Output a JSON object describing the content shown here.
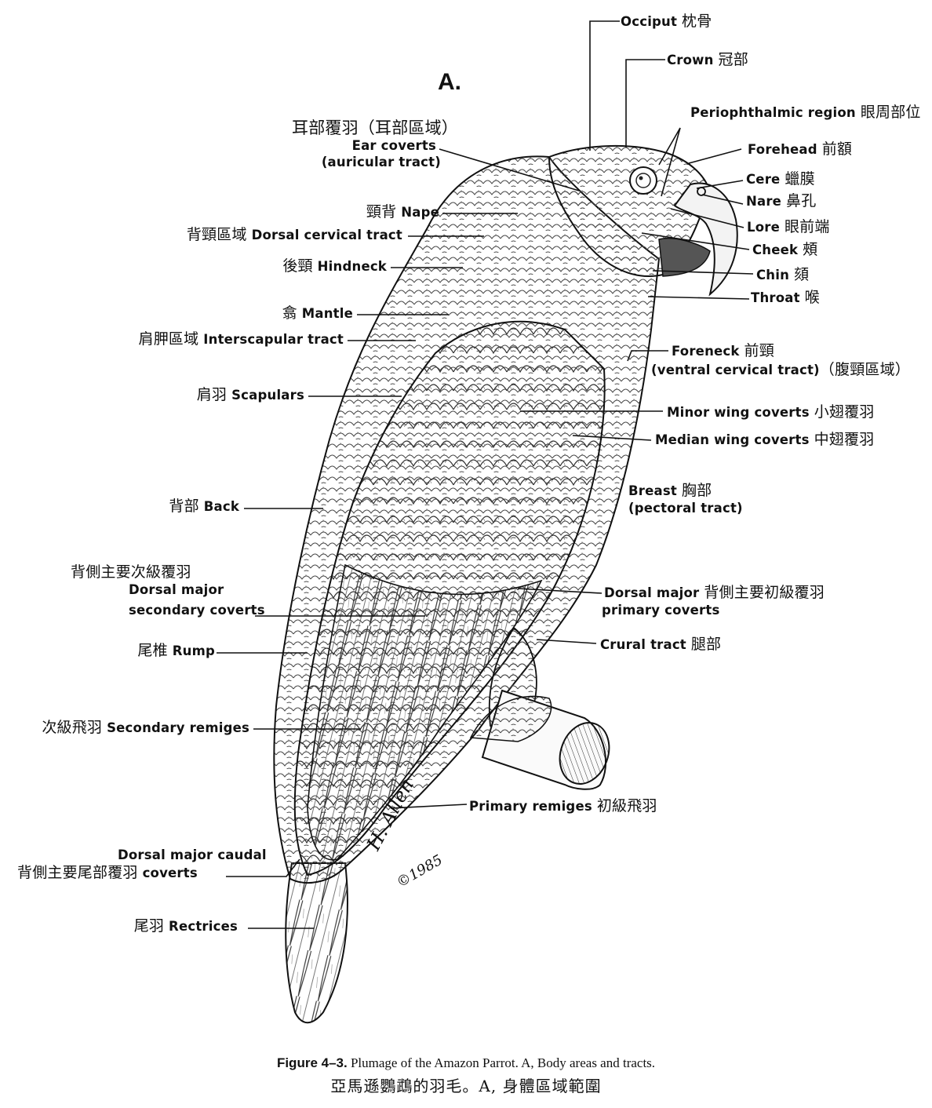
{
  "panel_label": "A.",
  "signature": {
    "name": "H. Allen",
    "year": "©1985"
  },
  "caption": {
    "figure_number": "Figure 4–3.",
    "figure_text": "Plumage of the Amazon Parrot. A, Body areas and tracts.",
    "chinese": "亞馬遜鸚鵡的羽毛。A, 身體區域範圍"
  },
  "labels": {
    "occiput": {
      "en": "Occiput",
      "zh": "枕骨"
    },
    "crown": {
      "en": "Crown",
      "zh": "冠部"
    },
    "periophthalmic": {
      "en": "Periophthalmic region",
      "zh": "眼周部位"
    },
    "forehead": {
      "en": "Forehead",
      "zh": "前額"
    },
    "cere": {
      "en": "Cere",
      "zh": "蠟膜"
    },
    "nare": {
      "en": "Nare",
      "zh": "鼻孔"
    },
    "lore": {
      "en": "Lore",
      "zh": "眼前端"
    },
    "cheek": {
      "en": "Cheek",
      "zh": "頰"
    },
    "chin": {
      "en": "Chin",
      "zh": "頦"
    },
    "throat": {
      "en": "Throat",
      "zh": "喉"
    },
    "foreneck": {
      "en": "Foreneck",
      "zh": "前頸",
      "en2": "(ventral cervical tract)",
      "zh2": "（腹頸區域）"
    },
    "minor_wing": {
      "en": "Minor wing coverts",
      "zh": "小翅覆羽"
    },
    "median_wing": {
      "en": "Median wing coverts",
      "zh": "中翅覆羽"
    },
    "breast": {
      "en": "Breast",
      "zh": "胸部",
      "en2": "(pectoral tract)"
    },
    "dorsal_primary": {
      "en": "Dorsal major",
      "zh": "背側主要初級覆羽",
      "en2": "primary coverts"
    },
    "crural": {
      "en": "Crural tract",
      "zh": "腿部"
    },
    "primary_remiges": {
      "en": "Primary remiges",
      "zh": "初級飛羽"
    },
    "ear_coverts": {
      "zh": "耳部覆羽（耳部區域）",
      "en": "Ear coverts",
      "en2": "(auricular tract)"
    },
    "nape": {
      "zh": "頸背",
      "en": "Nape"
    },
    "dorsal_cervical": {
      "zh": "背頸區域",
      "en": "Dorsal cervical tract"
    },
    "hindneck": {
      "zh": "後頸",
      "en": "Hindneck"
    },
    "mantle": {
      "zh": "翕",
      "en": "Mantle"
    },
    "interscapular": {
      "zh": "肩胛區域",
      "en": "Interscapular tract"
    },
    "scapulars": {
      "zh": "肩羽",
      "en": "Scapulars"
    },
    "back": {
      "zh": "背部",
      "en": "Back"
    },
    "dorsal_secondary": {
      "zh": "背側主要次級覆羽",
      "en": "Dorsal major",
      "en2": "secondary coverts"
    },
    "rump": {
      "zh": "尾椎",
      "en": "Rump"
    },
    "secondary_remiges": {
      "zh": "次級飛羽",
      "en": "Secondary remiges"
    },
    "dorsal_caudal": {
      "en": "Dorsal major caudal",
      "zh": "背側主要尾部覆羽",
      "en2": "coverts"
    },
    "rectrices": {
      "zh": "尾羽",
      "en": "Rectrices"
    }
  }
}
